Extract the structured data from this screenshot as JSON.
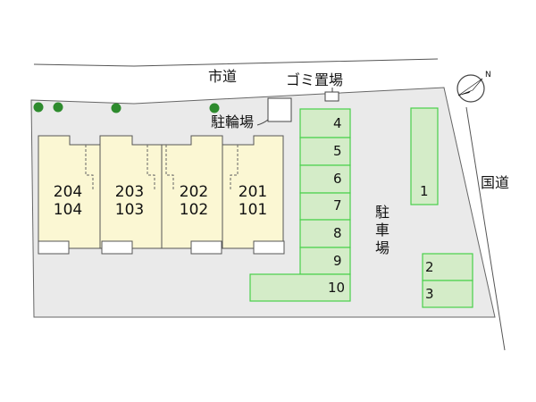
{
  "labels": {
    "city_road": "市道",
    "national_road": "国道",
    "garbage": "ゴミ置場",
    "bike_parking": "駐輪場",
    "parking": "駐車場",
    "north": "N"
  },
  "units": [
    {
      "upper": "204",
      "lower": "104"
    },
    {
      "upper": "203",
      "lower": "103"
    },
    {
      "upper": "202",
      "lower": "102"
    },
    {
      "upper": "201",
      "lower": "101"
    }
  ],
  "parking_spaces": [
    "1",
    "2",
    "3",
    "4",
    "5",
    "6",
    "7",
    "8",
    "9",
    "10"
  ],
  "colors": {
    "site": "#eaeaea",
    "building": "#fbf7d3",
    "parking_fill": "#d4ecc8",
    "parking_stroke": "#49d04a",
    "tree": "#2e8b2e"
  }
}
